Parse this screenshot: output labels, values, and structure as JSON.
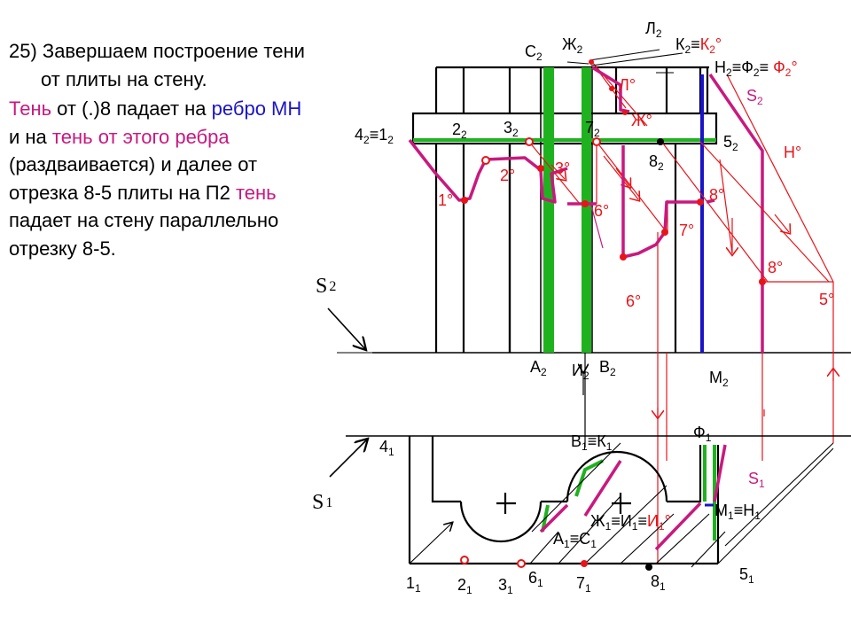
{
  "text": {
    "step_title": "25) Завершаем построение тени от плиты на стену.",
    "p2_a": "Тень",
    "p2_b": " от (.)8 падает на ",
    "p2_c": "ребро МН",
    "p2_d": " и на ",
    "p2_e": "тень от этого ребра",
    "p2_f": " (раздваивается) и далее от отрезка 8-5 плиты  на П2 ",
    "p2_g": "тень",
    "p2_h": " падает на  стену параллельно отрезку 8-5."
  },
  "labels_front": {
    "L2": "Л",
    "C2": "С",
    "Zh2": "Ж",
    "K2": "К",
    "K2_eq": "≡",
    "K2o": "К",
    "K2o_deg": "°",
    "H2": "Н",
    "H2_eq1": "≡Ф",
    "H2_eq2": "≡ ",
    "F2o": "Ф",
    "F2o_deg": "°",
    "Lo": "Л°",
    "Zho": "Ж°",
    "S2": "S",
    "Ho": "Н°",
    "p42": "4",
    "p42_eq": "≡1",
    "p22": "2",
    "p32": "3",
    "p72": "7",
    "p52": "5",
    "p82": "8",
    "p1o": "1°",
    "p2o": "2°",
    "p3o": "3°",
    "p6o_a": "6°",
    "p7o": "7°",
    "p8o_a": "8°",
    "p8o_b": "8°",
    "p5o": "5°",
    "p6o_b": "6°",
    "A2": "А",
    "I2": "И",
    "B2": "В",
    "M2": "М",
    "sub2": "2",
    "sub1": "1"
  },
  "labels_plan": {
    "p41": "4",
    "B1": "В",
    "B1_eq": "≡К",
    "F1": "Ф",
    "S1": "S",
    "Zh1": "Ж",
    "Zh1_eq1": "≡И",
    "Zh1_eq2": "≡",
    "I1o": "И",
    "I1o_deg": "°",
    "M1": "М",
    "M1_eq": "≡Н",
    "A1": "А",
    "A1_eq": "≡С",
    "p11": "1",
    "p21": "2",
    "p31": "3",
    "p61": "6",
    "p71": "7",
    "p81": "8",
    "p51": "5"
  },
  "plane_labels": {
    "S2_main": "S",
    "S2_sub": "2",
    "S1_main": "S",
    "S1_sub": "1"
  },
  "colors": {
    "magenta": "#c8197e",
    "red": "#e8141a",
    "green": "#1fb21f",
    "blue": "#1a14c8",
    "black": "#000000"
  }
}
